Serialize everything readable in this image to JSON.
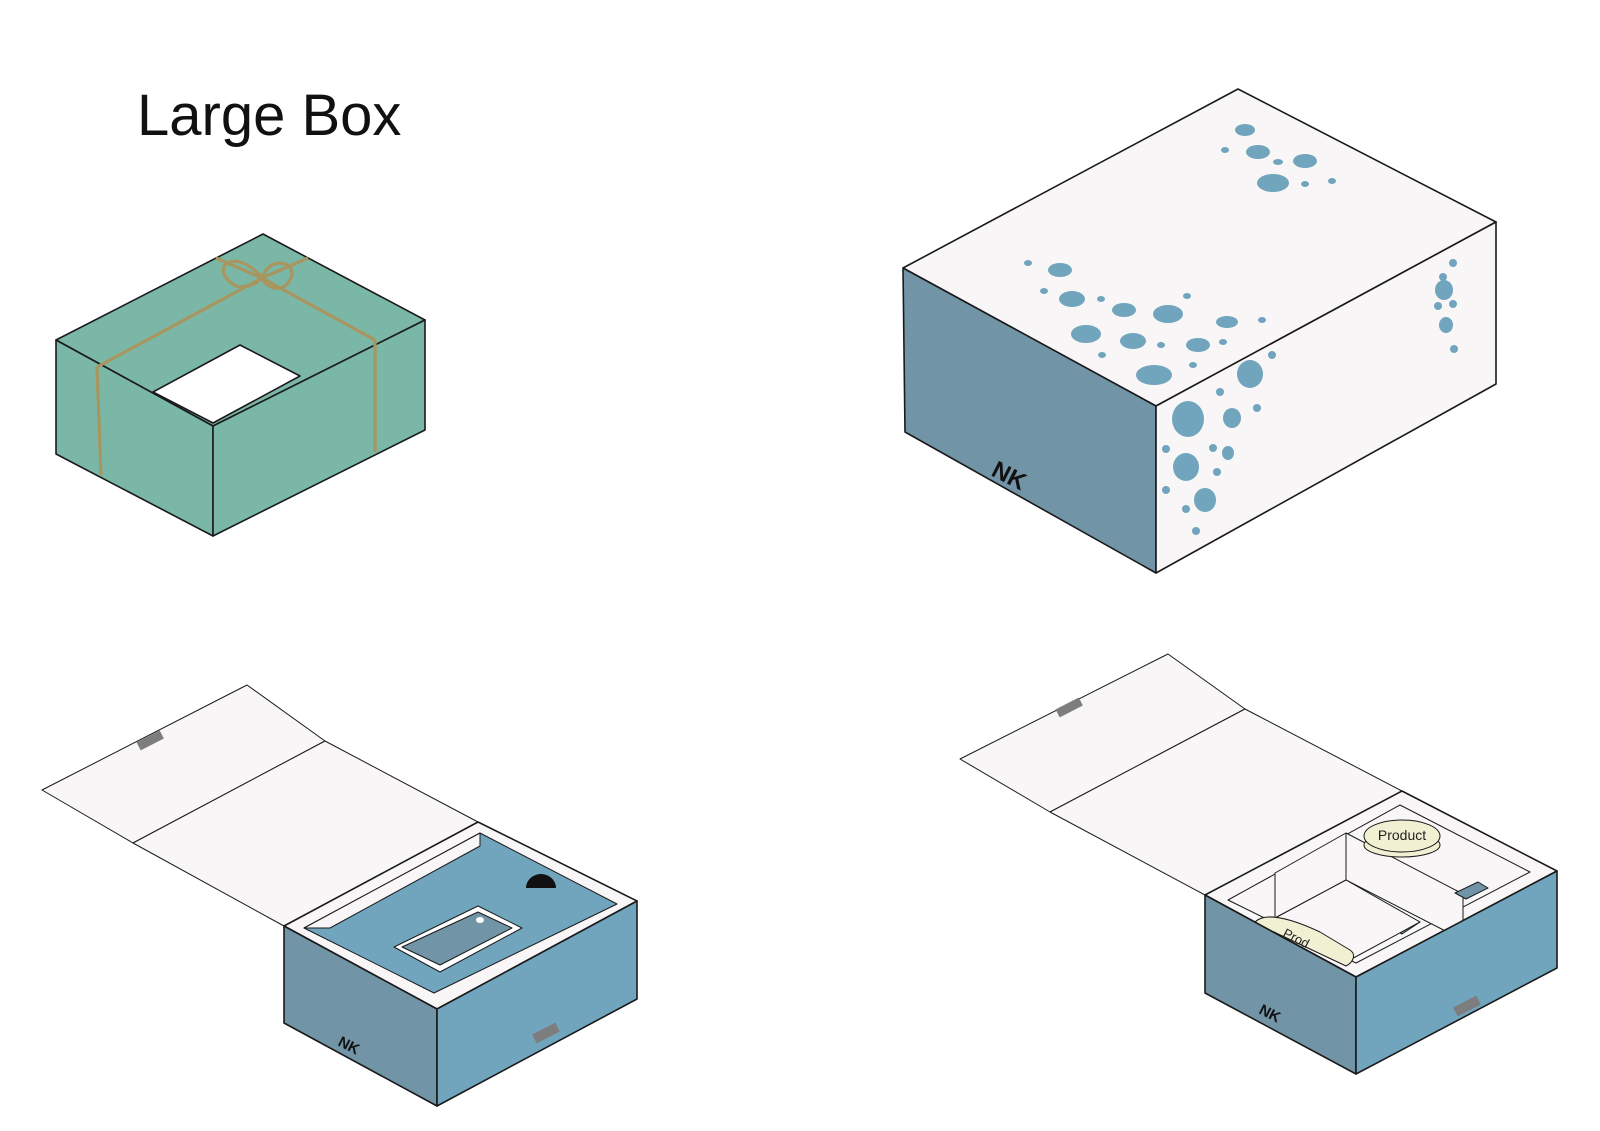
{
  "title": "Large Box",
  "colors": {
    "gift_box": "#7bb7a6",
    "rope": "#a8955f",
    "box_side_dark": "#7294a7",
    "box_side_light": "#71a5bd",
    "panel_white": "#f8f6f6",
    "product_disc": "#f2f0d2"
  },
  "labels": {
    "logo": "NK",
    "product": "Product",
    "product_partial": "Prod"
  }
}
